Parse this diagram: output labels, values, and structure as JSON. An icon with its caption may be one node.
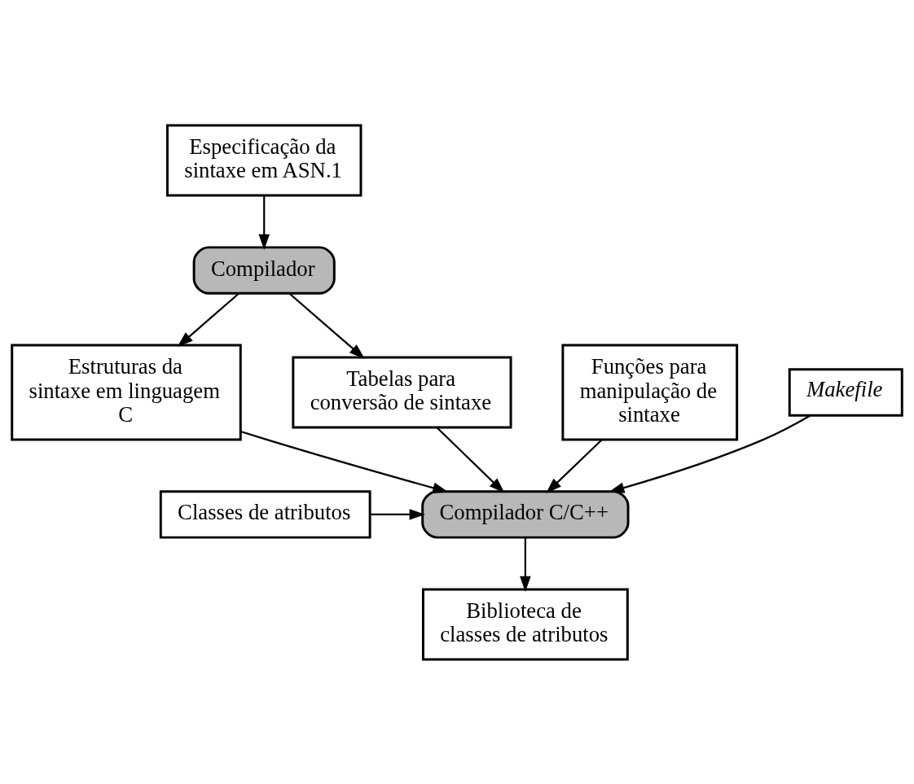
{
  "diagram": {
    "nodes": [
      {
        "text": [
          "Especificação da sintaxe em ASN.1"
        ]
      },
      {
        "text": [
          "Compilador"
        ]
      },
      {
        "text": [
          "Estruturas da sintaxe em linguagem C"
        ]
      },
      {
        "text": [
          "Tabelas para conversão de sintaxe"
        ]
      },
      {
        "text": [
          "Classes de atributos"
        ]
      },
      {
        "text": [
          "Compilador C/C++"
        ]
      },
      {
        "text": [
          "Funções para manipulação de sintaxe"
        ]
      },
      {
        "text": [
          "Makefile"
        ]
      },
      {
        "text": [
          "Biblioteca de classes de atributos"
        ]
      }
    ],
    "edges": [
      {
        "from": 0,
        "to": 1,
        "arrow": "to"
      },
      {
        "from": 1,
        "to": 2,
        "arrow": "to"
      },
      {
        "from": 1,
        "to": 3,
        "arrow": "to"
      },
      {
        "from": 2,
        "to": 5,
        "arrow": "to"
      },
      {
        "from": 3,
        "to": 5,
        "arrow": "to"
      },
      {
        "from": 4,
        "to": 5,
        "arrow": "to"
      },
      {
        "from": 6,
        "to": 5,
        "arrow": "to"
      },
      {
        "from": 7,
        "to": 5,
        "arrow": "to"
      },
      {
        "from": 5,
        "to": 8,
        "arrow": "to"
      }
    ]
  }
}
